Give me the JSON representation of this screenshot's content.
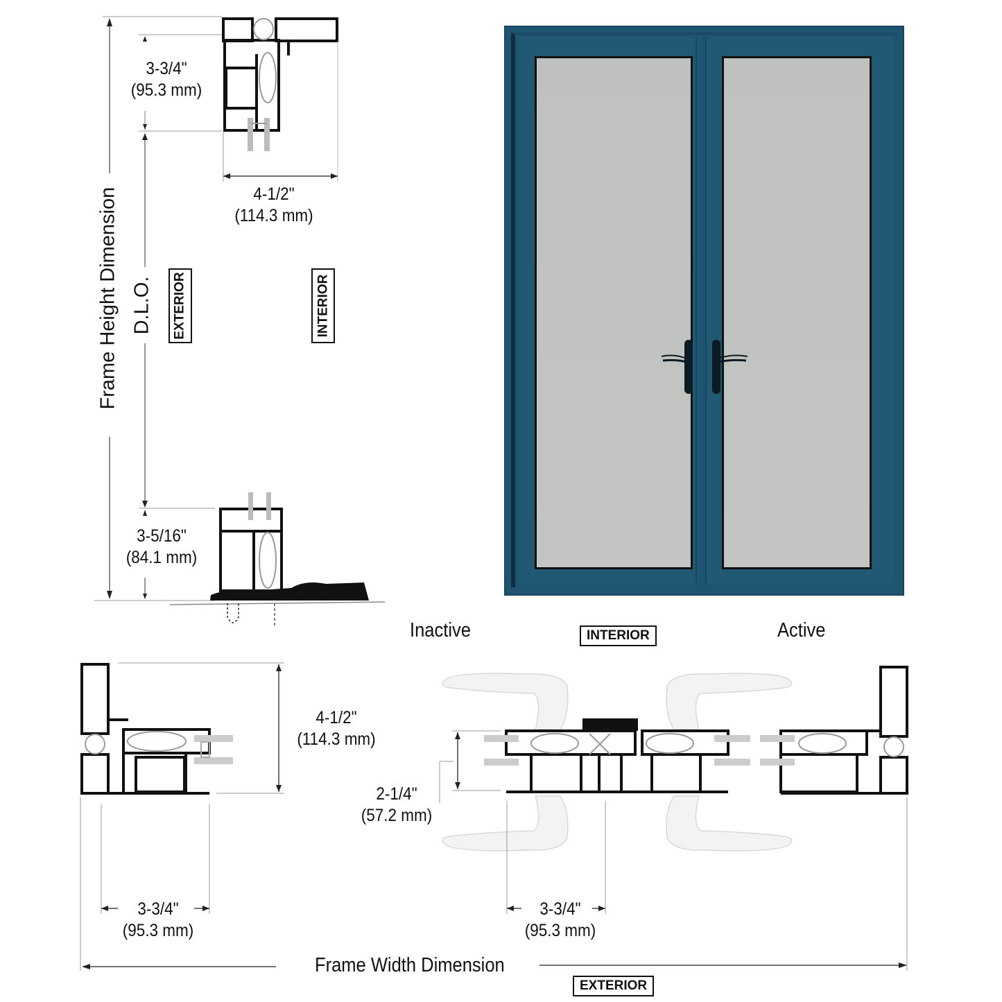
{
  "head_section": {
    "top_dimension": {
      "inches": "3-3/4\"",
      "mm": "(95.3 mm)"
    },
    "width_dimension": {
      "inches": "4-1/2\"",
      "mm": "(114.3 mm)"
    }
  },
  "vertical_labels": {
    "frame_height": "Frame Height Dimension",
    "dlo": "D.L.O."
  },
  "side_tags": {
    "exterior": "EXTERIOR",
    "interior": "INTERIOR"
  },
  "sill_section": {
    "dimension": {
      "inches": "3-5/16\"",
      "mm": "(84.1 mm)"
    }
  },
  "door_elevation": {
    "frame_color": "#1f5470",
    "glass_color": "#bdbfbd",
    "leaves": [
      "left-leaf",
      "right-leaf"
    ]
  },
  "plan_labels": {
    "inactive": "Inactive",
    "interior_tag": "INTERIOR",
    "active": "Active",
    "exterior_tag": "EXTERIOR"
  },
  "jamb_section": {
    "depth_dimension": {
      "inches": "4-1/2\"",
      "mm": "(114.3 mm)"
    },
    "width_dimension": {
      "inches": "3-3/4\"",
      "mm": "(95.3 mm)"
    }
  },
  "meeting_stile_section": {
    "depth_dimension": {
      "inches": "2-1/4\"",
      "mm": "(57.2 mm)"
    },
    "width_dimension": {
      "inches": "3-3/4\"",
      "mm": "(95.3 mm)"
    }
  },
  "bottom_label": {
    "frame_width": "Frame Width Dimension"
  },
  "colors": {
    "line": "#111111",
    "dim_line": "#777777",
    "glass_section": "#c8c8c8",
    "handle": "#f2f2f2"
  }
}
